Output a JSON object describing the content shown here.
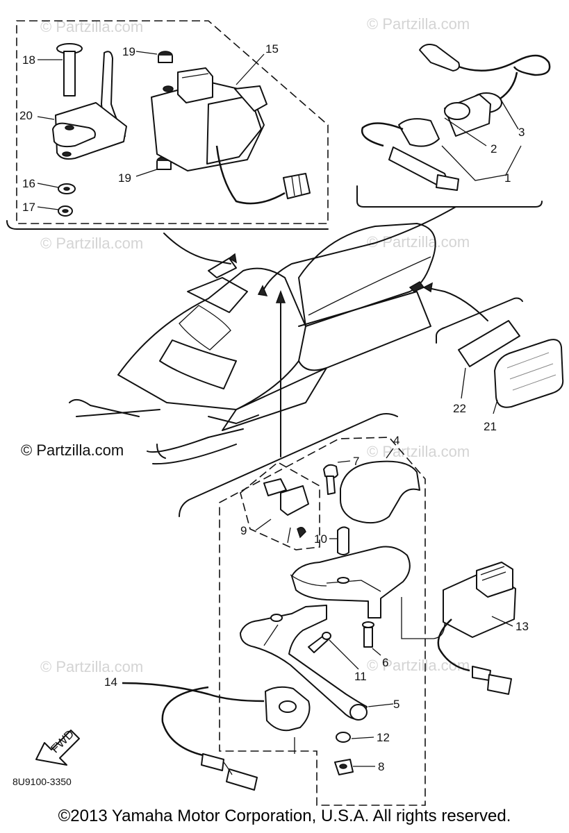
{
  "watermark": {
    "text": "© Partzilla.com",
    "dark_text": "© Partzilla.com"
  },
  "labels": {
    "p1": "1",
    "p2": "2",
    "p3": "3",
    "p4": "4",
    "p5": "5",
    "p6": "6",
    "p7": "7",
    "p8": "8",
    "p9": "9",
    "p10": "10",
    "p11": "11",
    "p12": "12",
    "p13": "13",
    "p14": "14",
    "p15": "15",
    "p16": "16",
    "p17": "17",
    "p18": "18",
    "p19a": "19",
    "p19b": "19",
    "p20": "20",
    "p21": "21",
    "p22": "22"
  },
  "drawing_code": "8U9100-3350",
  "direction_marker": "FWD",
  "copyright": "©2013 Yamaha Motor Corporation, U.S.A. All rights reserved."
}
